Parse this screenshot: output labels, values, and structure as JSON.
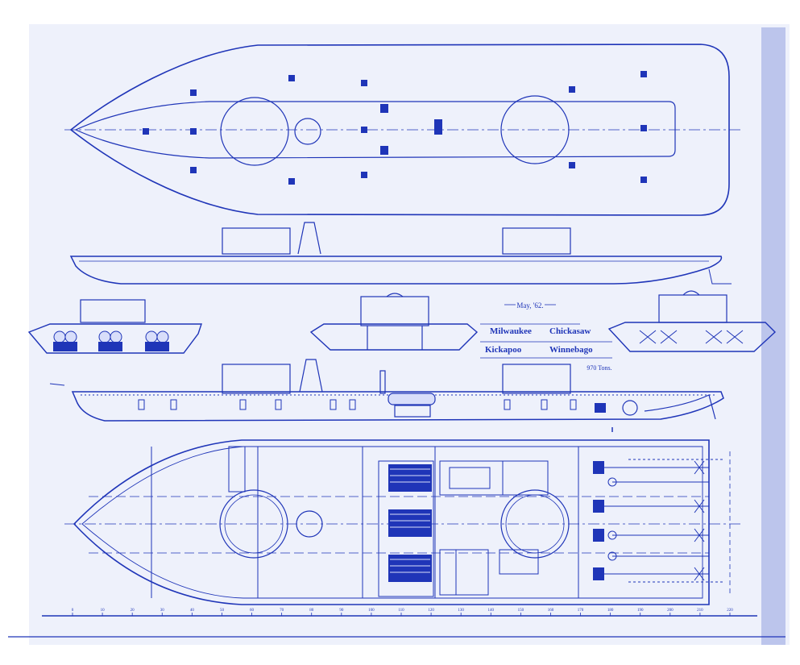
{
  "colors": {
    "ink": "#1f35b8",
    "dark_ink": "#15279e",
    "paper_tint": "#e7ebfa",
    "edge_tint": "#9ba9e3",
    "background": "#ffffff"
  },
  "title_block": {
    "date": "May, '62.",
    "line1_left": "Milwaukee",
    "line1_right": "Chickasaw",
    "line2_left": "Kickapoo",
    "line2_right": "Winnebago",
    "tonnage": "970 Tons."
  },
  "scale": {
    "ticks": [
      "0",
      "10",
      "20",
      "30",
      "40",
      "50",
      "60",
      "70",
      "80",
      "90",
      "100",
      "110",
      "120",
      "130",
      "140",
      "150",
      "160",
      "170",
      "180",
      "190",
      "200",
      "210",
      "220"
    ]
  },
  "views": {
    "deck_plan": "deck-plan-view",
    "profile": "outboard-profile-view",
    "sections": [
      "section-forward-boilers",
      "section-midship",
      "section-aft-propellers"
    ],
    "inboard_profile": "inboard-profile-view",
    "hold_plan": "hold-plan-view"
  }
}
